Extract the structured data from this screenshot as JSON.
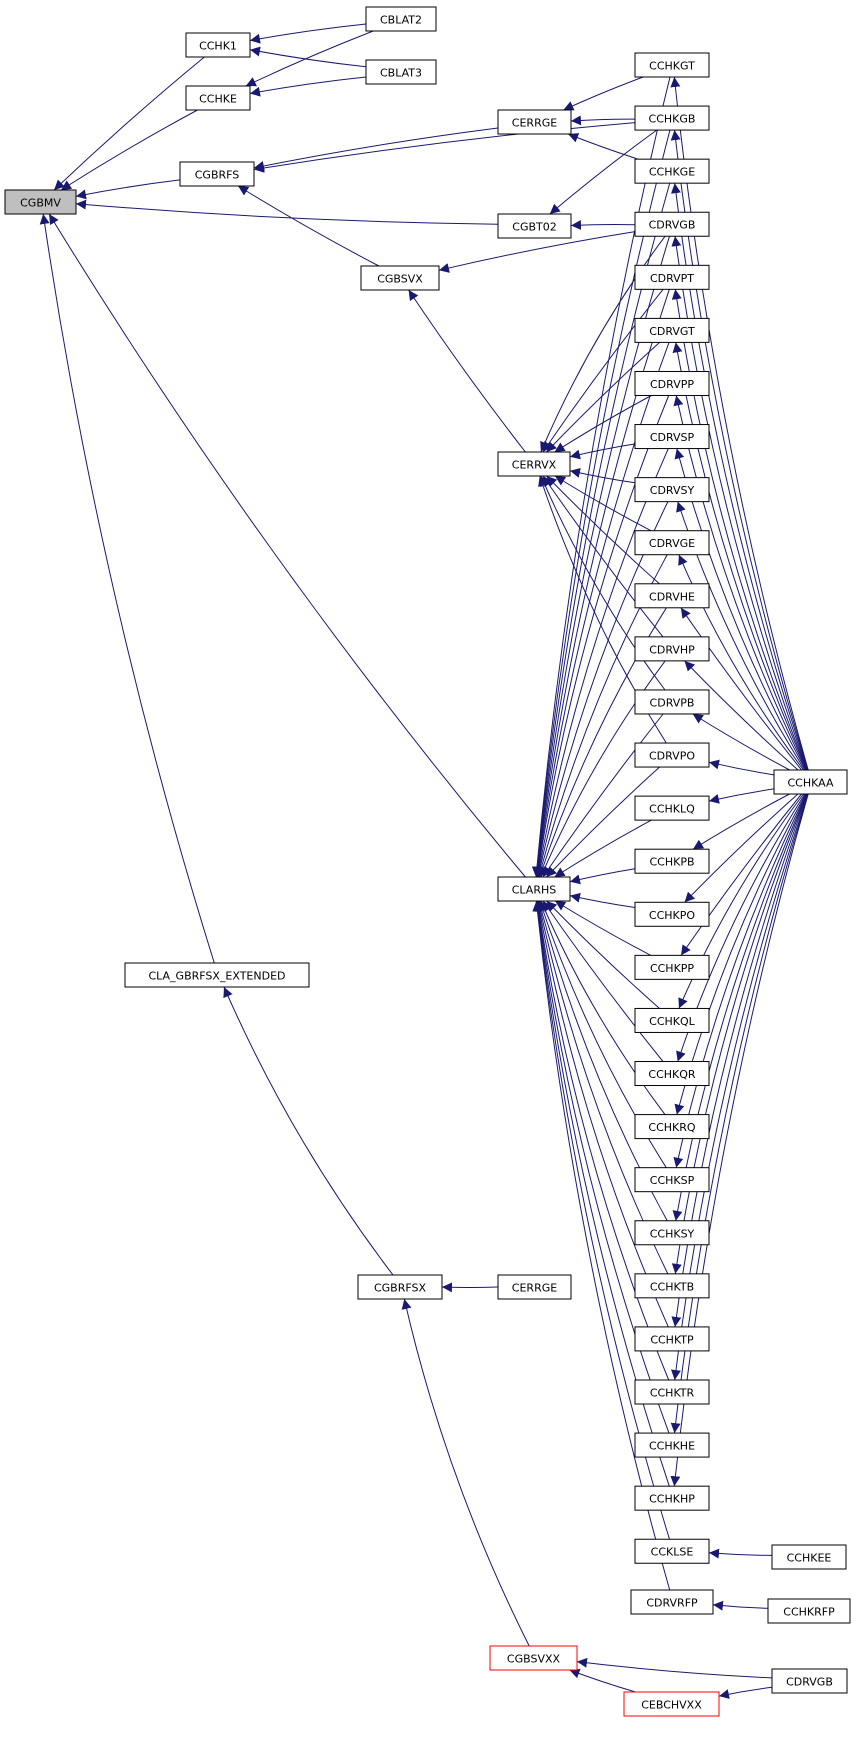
{
  "diagram": {
    "colors": {
      "edge": "#191970",
      "root_fill": "#bfbfbf",
      "highlight_border": "#ff0000",
      "node_border": "#000000"
    },
    "nodes": [
      {
        "id": "CGBMV",
        "label": "CGBMV",
        "style": "root"
      },
      {
        "id": "CCHK1",
        "label": "CCHK1"
      },
      {
        "id": "CCHKE",
        "label": "CCHKE"
      },
      {
        "id": "CBLAT2",
        "label": "CBLAT2"
      },
      {
        "id": "CBLAT3",
        "label": "CBLAT3"
      },
      {
        "id": "CGBRFS",
        "label": "CGBRFS"
      },
      {
        "id": "CERRGE1",
        "label": "CERRGE"
      },
      {
        "id": "CGBT02",
        "label": "CGBT02"
      },
      {
        "id": "CGBSVX",
        "label": "CGBSVX"
      },
      {
        "id": "CERRVX",
        "label": "CERRVX"
      },
      {
        "id": "CLARHS",
        "label": "CLARHS"
      },
      {
        "id": "CLA_GBRFSX_EXTENDED",
        "label": "CLA_GBRFSX_EXTENDED"
      },
      {
        "id": "CGBRFSX",
        "label": "CGBRFSX"
      },
      {
        "id": "CERRGE2",
        "label": "CERRGE"
      },
      {
        "id": "CGBSVXX",
        "label": "CGBSVXX",
        "style": "red"
      },
      {
        "id": "CEBCHVXX",
        "label": "CEBCHVXX",
        "style": "red"
      },
      {
        "id": "CCHKGT",
        "label": "CCHKGT"
      },
      {
        "id": "CCHKGB",
        "label": "CCHKGB"
      },
      {
        "id": "CCHKGE",
        "label": "CCHKGE"
      },
      {
        "id": "CDRVGB1",
        "label": "CDRVGB"
      },
      {
        "id": "CDRVPT",
        "label": "CDRVPT"
      },
      {
        "id": "CDRVGT",
        "label": "CDRVGT"
      },
      {
        "id": "CDRVPP",
        "label": "CDRVPP"
      },
      {
        "id": "CDRVSP",
        "label": "CDRVSP"
      },
      {
        "id": "CDRVSY",
        "label": "CDRVSY"
      },
      {
        "id": "CDRVGE",
        "label": "CDRVGE"
      },
      {
        "id": "CDRVHE",
        "label": "CDRVHE"
      },
      {
        "id": "CDRVHP",
        "label": "CDRVHP"
      },
      {
        "id": "CDRVPB",
        "label": "CDRVPB"
      },
      {
        "id": "CDRVPO",
        "label": "CDRVPO"
      },
      {
        "id": "CCHKLQ",
        "label": "CCHKLQ"
      },
      {
        "id": "CCHKPB",
        "label": "CCHKPB"
      },
      {
        "id": "CCHKPO",
        "label": "CCHKPO"
      },
      {
        "id": "CCHKPP",
        "label": "CCHKPP"
      },
      {
        "id": "CCHKQL",
        "label": "CCHKQL"
      },
      {
        "id": "CCHKQR",
        "label": "CCHKQR"
      },
      {
        "id": "CCHKRQ",
        "label": "CCHKRQ"
      },
      {
        "id": "CCHKSP",
        "label": "CCHKSP"
      },
      {
        "id": "CCHKSY",
        "label": "CCHKSY"
      },
      {
        "id": "CCHKTB",
        "label": "CCHKTB"
      },
      {
        "id": "CCHKTP",
        "label": "CCHKTP"
      },
      {
        "id": "CCHKTR",
        "label": "CCHKTR"
      },
      {
        "id": "CCHKHE",
        "label": "CCHKHE"
      },
      {
        "id": "CCHKHP",
        "label": "CCHKHP"
      },
      {
        "id": "CCKLSE",
        "label": "CCKLSE"
      },
      {
        "id": "CDRVRFP",
        "label": "CDRVRFP"
      },
      {
        "id": "CCHKAA",
        "label": "CCHKAA"
      },
      {
        "id": "CCHKEE",
        "label": "CCHKEE"
      },
      {
        "id": "CCHKRFP",
        "label": "CCHKRFP"
      },
      {
        "id": "CDRVGB2",
        "label": "CDRVGB"
      }
    ],
    "edges": [
      [
        "CCHK1",
        "CGBMV"
      ],
      [
        "CCHKE",
        "CGBMV"
      ],
      [
        "CGBRFS",
        "CGBMV"
      ],
      [
        "CGBT02",
        "CGBMV"
      ],
      [
        "CLARHS",
        "CGBMV"
      ],
      [
        "CLA_GBRFSX_EXTENDED",
        "CGBMV"
      ],
      [
        "CBLAT2",
        "CCHK1"
      ],
      [
        "CBLAT3",
        "CCHK1"
      ],
      [
        "CBLAT2",
        "CCHKE"
      ],
      [
        "CBLAT3",
        "CCHKE"
      ],
      [
        "CERRGE1",
        "CGBRFS"
      ],
      [
        "CCHKGB",
        "CGBRFS"
      ],
      [
        "CGBSVX",
        "CGBRFS"
      ],
      [
        "CCHKGT",
        "CERRGE1"
      ],
      [
        "CCHKGB",
        "CERRGE1"
      ],
      [
        "CCHKGE",
        "CERRGE1"
      ],
      [
        "CCHKGB",
        "CGBT02"
      ],
      [
        "CDRVGB1",
        "CGBT02"
      ],
      [
        "CDRVGB1",
        "CGBSVX"
      ],
      [
        "CERRVX",
        "CGBSVX"
      ],
      [
        "CDRVGB1",
        "CERRVX"
      ],
      [
        "CDRVPT",
        "CERRVX"
      ],
      [
        "CDRVGT",
        "CERRVX"
      ],
      [
        "CDRVPP",
        "CERRVX"
      ],
      [
        "CDRVSP",
        "CERRVX"
      ],
      [
        "CDRVSY",
        "CERRVX"
      ],
      [
        "CDRVGE",
        "CERRVX"
      ],
      [
        "CDRVHE",
        "CERRVX"
      ],
      [
        "CDRVHP",
        "CERRVX"
      ],
      [
        "CDRVPB",
        "CERRVX"
      ],
      [
        "CDRVPO",
        "CERRVX"
      ],
      [
        "CCHKGT",
        "CLARHS"
      ],
      [
        "CCHKGB",
        "CLARHS"
      ],
      [
        "CCHKGE",
        "CLARHS"
      ],
      [
        "CDRVGB1",
        "CLARHS"
      ],
      [
        "CDRVPT",
        "CLARHS"
      ],
      [
        "CDRVGT",
        "CLARHS"
      ],
      [
        "CDRVPP",
        "CLARHS"
      ],
      [
        "CDRVSP",
        "CLARHS"
      ],
      [
        "CDRVSY",
        "CLARHS"
      ],
      [
        "CDRVGE",
        "CLARHS"
      ],
      [
        "CDRVHE",
        "CLARHS"
      ],
      [
        "CDRVHP",
        "CLARHS"
      ],
      [
        "CDRVPB",
        "CLARHS"
      ],
      [
        "CDRVPO",
        "CLARHS"
      ],
      [
        "CCHKLQ",
        "CLARHS"
      ],
      [
        "CCHKPB",
        "CLARHS"
      ],
      [
        "CCHKPO",
        "CLARHS"
      ],
      [
        "CCHKPP",
        "CLARHS"
      ],
      [
        "CCHKQL",
        "CLARHS"
      ],
      [
        "CCHKQR",
        "CLARHS"
      ],
      [
        "CCHKRQ",
        "CLARHS"
      ],
      [
        "CCHKSP",
        "CLARHS"
      ],
      [
        "CCHKSY",
        "CLARHS"
      ],
      [
        "CCHKTB",
        "CLARHS"
      ],
      [
        "CCHKTP",
        "CLARHS"
      ],
      [
        "CCHKTR",
        "CLARHS"
      ],
      [
        "CCHKHE",
        "CLARHS"
      ],
      [
        "CCHKHP",
        "CLARHS"
      ],
      [
        "CCKLSE",
        "CLARHS"
      ],
      [
        "CDRVRFP",
        "CLARHS"
      ],
      [
        "CGBRFSX",
        "CLA_GBRFSX_EXTENDED"
      ],
      [
        "CERRGE2",
        "CGBRFSX"
      ],
      [
        "CGBSVXX",
        "CGBRFSX"
      ],
      [
        "CDRVGB2",
        "CGBSVXX"
      ],
      [
        "CEBCHVXX",
        "CGBSVXX"
      ],
      [
        "CDRVGB2",
        "CEBCHVXX"
      ],
      [
        "CCHKEE",
        "CCKLSE"
      ],
      [
        "CCHKRFP",
        "CDRVRFP"
      ],
      [
        "CCHKAA",
        "CCHKGT"
      ],
      [
        "CCHKAA",
        "CCHKGB"
      ],
      [
        "CCHKAA",
        "CCHKGE"
      ],
      [
        "CCHKAA",
        "CDRVGB1"
      ],
      [
        "CCHKAA",
        "CDRVPT"
      ],
      [
        "CCHKAA",
        "CDRVGT"
      ],
      [
        "CCHKAA",
        "CDRVPP"
      ],
      [
        "CCHKAA",
        "CDRVSP"
      ],
      [
        "CCHKAA",
        "CDRVSY"
      ],
      [
        "CCHKAA",
        "CDRVGE"
      ],
      [
        "CCHKAA",
        "CDRVHE"
      ],
      [
        "CCHKAA",
        "CDRVHP"
      ],
      [
        "CCHKAA",
        "CDRVPB"
      ],
      [
        "CCHKAA",
        "CDRVPO"
      ],
      [
        "CCHKAA",
        "CCHKLQ"
      ],
      [
        "CCHKAA",
        "CCHKPB"
      ],
      [
        "CCHKAA",
        "CCHKPO"
      ],
      [
        "CCHKAA",
        "CCHKPP"
      ],
      [
        "CCHKAA",
        "CCHKQL"
      ],
      [
        "CCHKAA",
        "CCHKQR"
      ],
      [
        "CCHKAA",
        "CCHKRQ"
      ],
      [
        "CCHKAA",
        "CCHKSP"
      ],
      [
        "CCHKAA",
        "CCHKSY"
      ],
      [
        "CCHKAA",
        "CCHKTB"
      ],
      [
        "CCHKAA",
        "CCHKTP"
      ],
      [
        "CCHKAA",
        "CCHKTR"
      ],
      [
        "CCHKAA",
        "CCHKHE"
      ],
      [
        "CCHKAA",
        "CCHKHP"
      ]
    ]
  }
}
